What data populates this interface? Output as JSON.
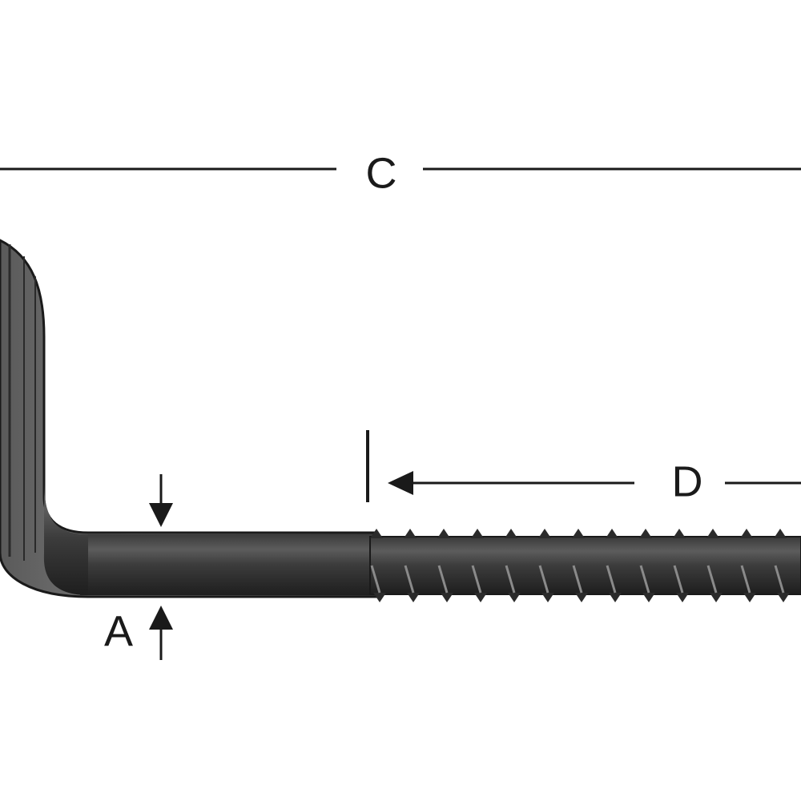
{
  "dimensions": {
    "overall_length_label": "C",
    "thread_length_label": "D",
    "diameter_label": "A"
  },
  "colors": {
    "background": "#ffffff",
    "line": "#1a1a1a",
    "metal_dark": "#2b2b2b",
    "metal_mid": "#4a4a4a",
    "metal_light": "#6e6e6e"
  }
}
